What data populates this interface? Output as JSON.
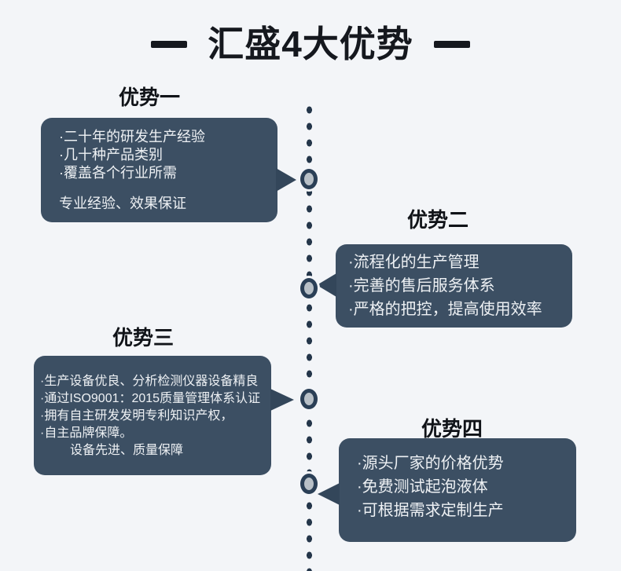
{
  "title": {
    "text": "汇盛4大优势"
  },
  "advantages": [
    {
      "heading": "优势一",
      "lines": [
        "·二十年的研发生产经验",
        "·几十种产品类别",
        "·覆盖各个行业所需"
      ],
      "footer": "专业经验、效果保证"
    },
    {
      "heading": "优势二",
      "lines": [
        "·流程化的生产管理",
        "·完善的售后服务体系",
        "·严格的把控，提高使用效率"
      ]
    },
    {
      "heading": "优势三",
      "lines": [
        "·生产设备优良、分析检测仪器设备精良",
        "·通过ISO9001：2015质量管理体系认证",
        "·拥有自主研发发明专利知识产权，",
        "·自主品牌保障。"
      ],
      "footer": "设备先进、质量保障"
    },
    {
      "heading": "优势四",
      "lines": [
        "·源头厂家的价格优势",
        "·免费测试起泡液体",
        "·可根据需求定制生产"
      ]
    }
  ],
  "colors": {
    "background": "#f3f5f8",
    "card": "#3c4f63",
    "card_text": "#eef1f4",
    "title_text": "#15181e",
    "heading_text": "#101318",
    "arrow": "#33465a",
    "timeline_dot": "#24364a",
    "node_ring": "#2a3f56",
    "node_fill": "#b8c0c7"
  }
}
